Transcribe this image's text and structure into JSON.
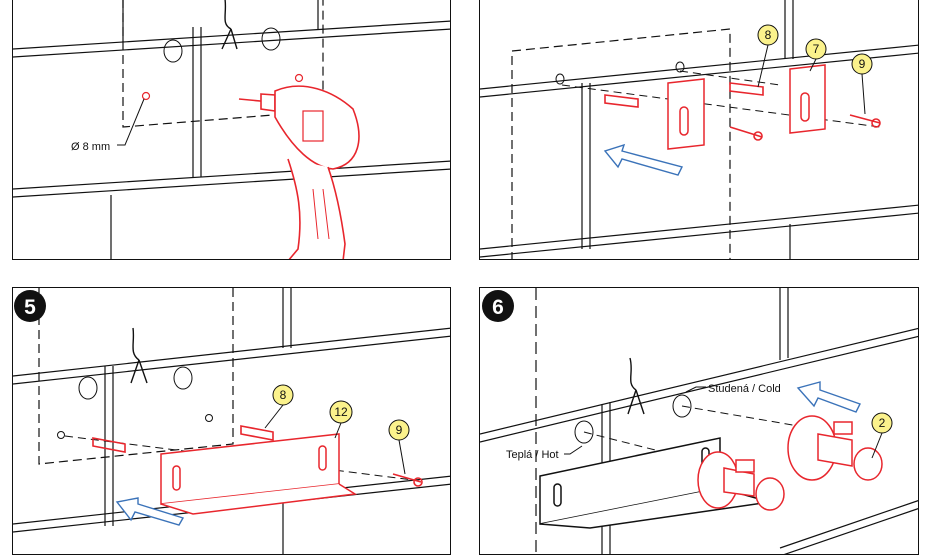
{
  "panels": [
    {
      "step": "",
      "labels": {
        "diameter": "Ø 8 mm"
      }
    },
    {
      "step": "",
      "callouts": [
        "8",
        "7",
        "9"
      ]
    },
    {
      "step": "5",
      "callouts": [
        "8",
        "12",
        "9"
      ]
    },
    {
      "step": "6",
      "labels": {
        "cold": "Studená / Cold",
        "hot": "Teplá / Hot"
      },
      "callouts": [
        "2"
      ]
    }
  ],
  "colors": {
    "red": "#e8262d",
    "blue_arrow": "#3b73b9",
    "callout_fill": "#fbf28c",
    "line": "#111111"
  }
}
